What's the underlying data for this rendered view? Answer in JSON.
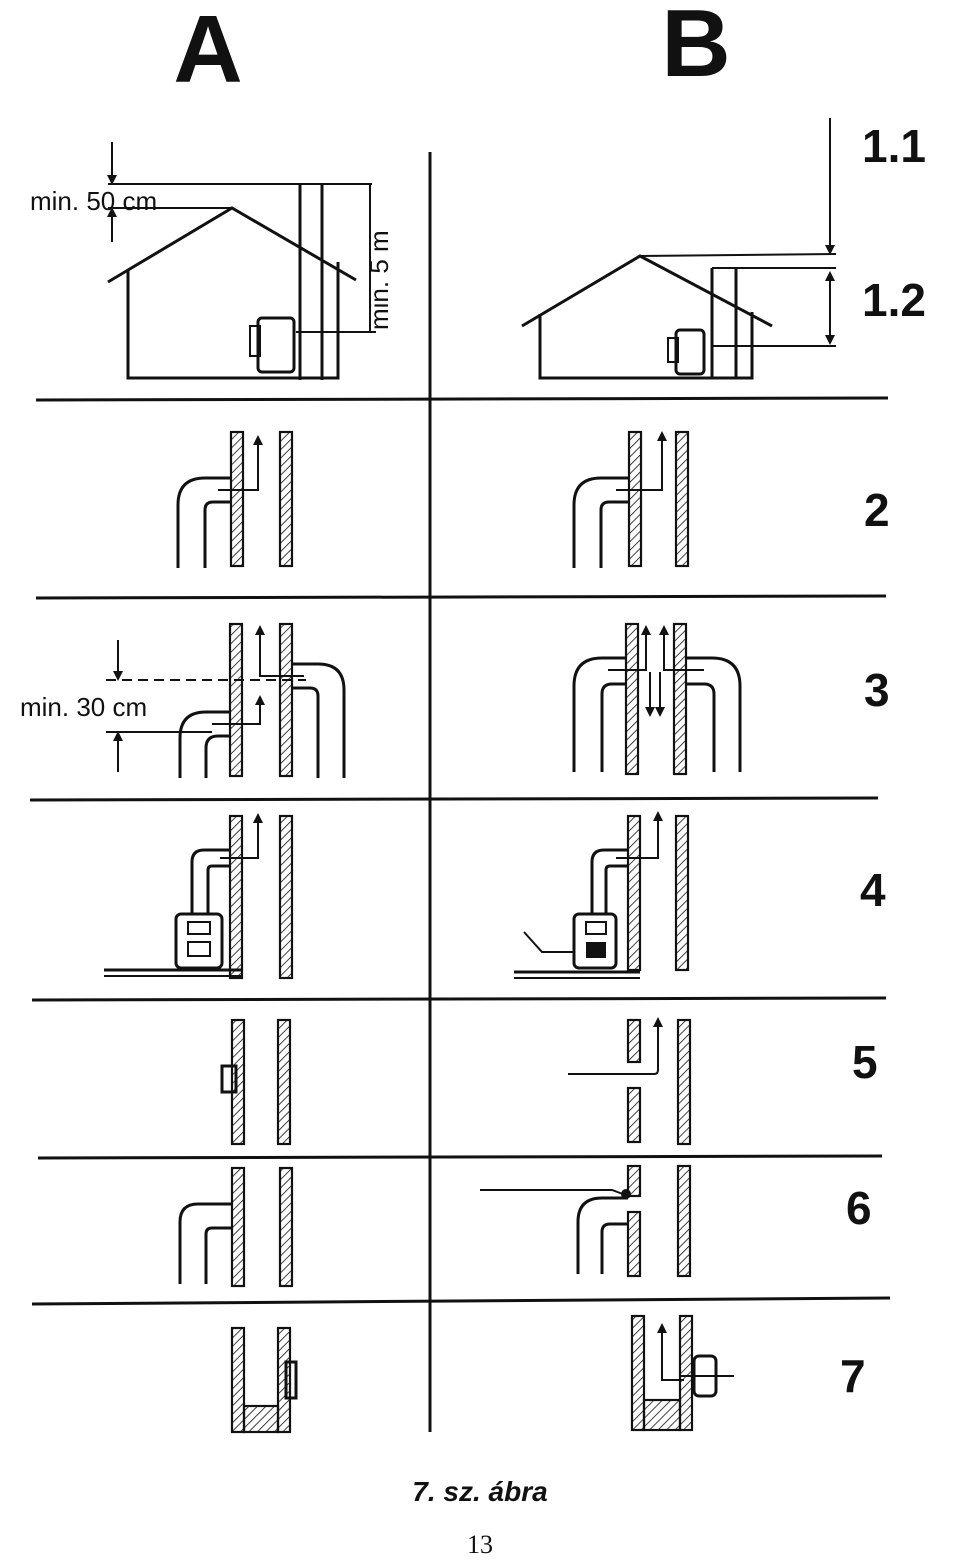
{
  "columns": {
    "a": "A",
    "b": "B"
  },
  "rows": [
    "1.1",
    "1.2",
    "2",
    "3",
    "4",
    "5",
    "6",
    "7"
  ],
  "dimensions": {
    "min_50cm": "min. 50 cm",
    "min_5m": "min. 5 m",
    "min_30cm": "min. 30 cm"
  },
  "caption": "7. sz. ábra",
  "page_number": "13"
}
